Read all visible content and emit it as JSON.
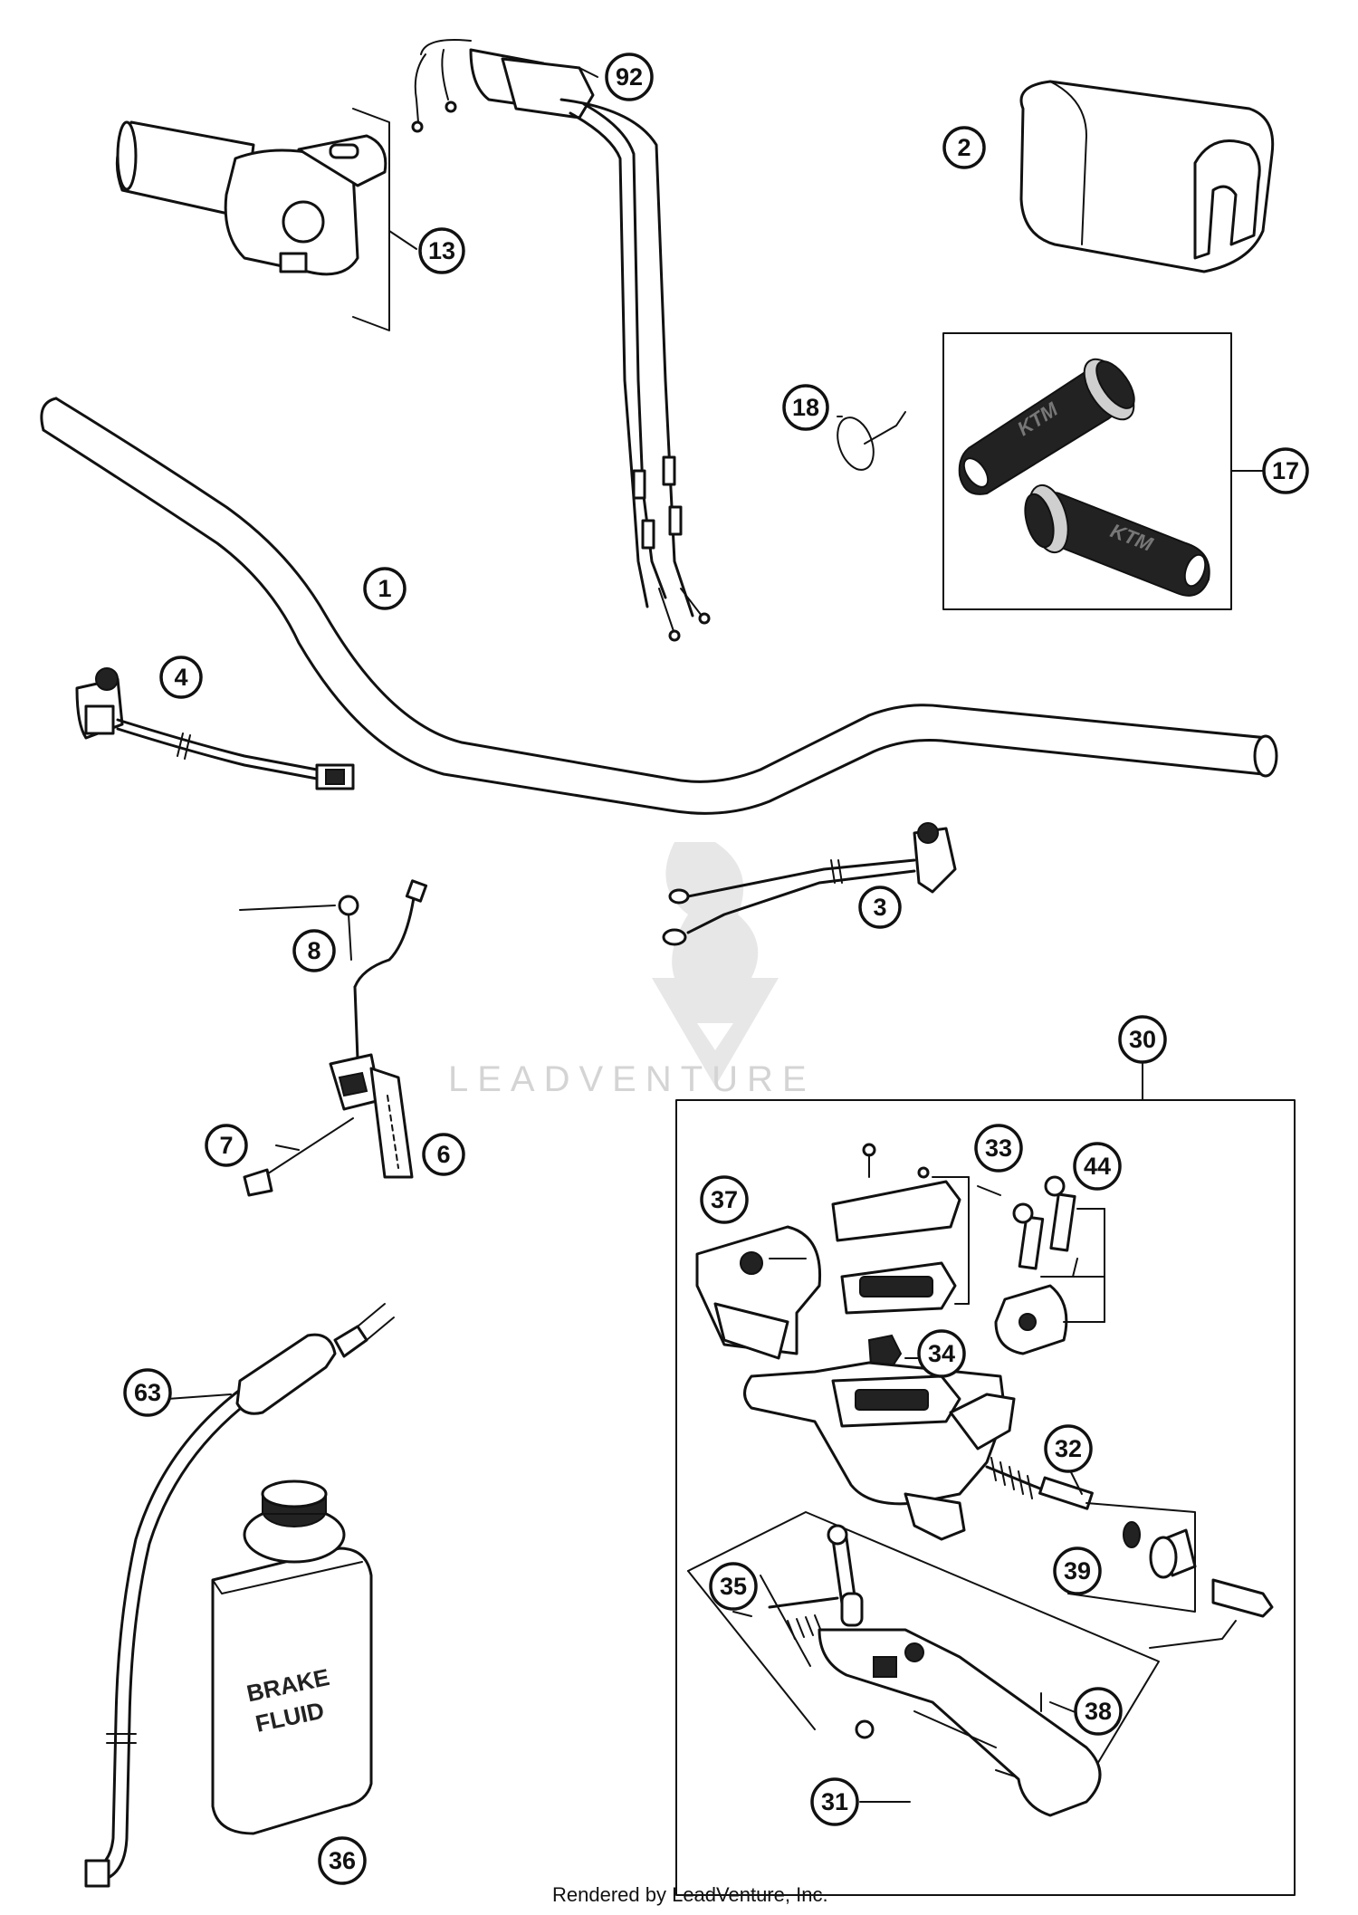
{
  "diagram": {
    "credit": "Rendered by LeadVenture, Inc.",
    "watermark": "LEADVENTURE",
    "fluid_can_label": [
      "BRAKE",
      "FLUID"
    ],
    "grip_brand": "KTM",
    "callouts": {
      "handlebar": "1",
      "handlebar_pad": "2",
      "kill_switch": "3",
      "light_switch": "4",
      "cable_guide": "6",
      "guide_screw": "7",
      "guide_cap": "8",
      "throttle_grip": "13",
      "grip_set": "17",
      "grip_tie": "18",
      "brake_cylinder": "30",
      "brake_lever": "31",
      "adjuster": "32",
      "cover_screws": "33",
      "reservoir_seal": "34",
      "lever_spring": "35",
      "brake_fluid": "36",
      "clamp": "37",
      "pivot_bolt": "38",
      "boot": "39",
      "clamp_bolts": "44",
      "brake_line": "63",
      "throttle_cable": "92"
    }
  }
}
